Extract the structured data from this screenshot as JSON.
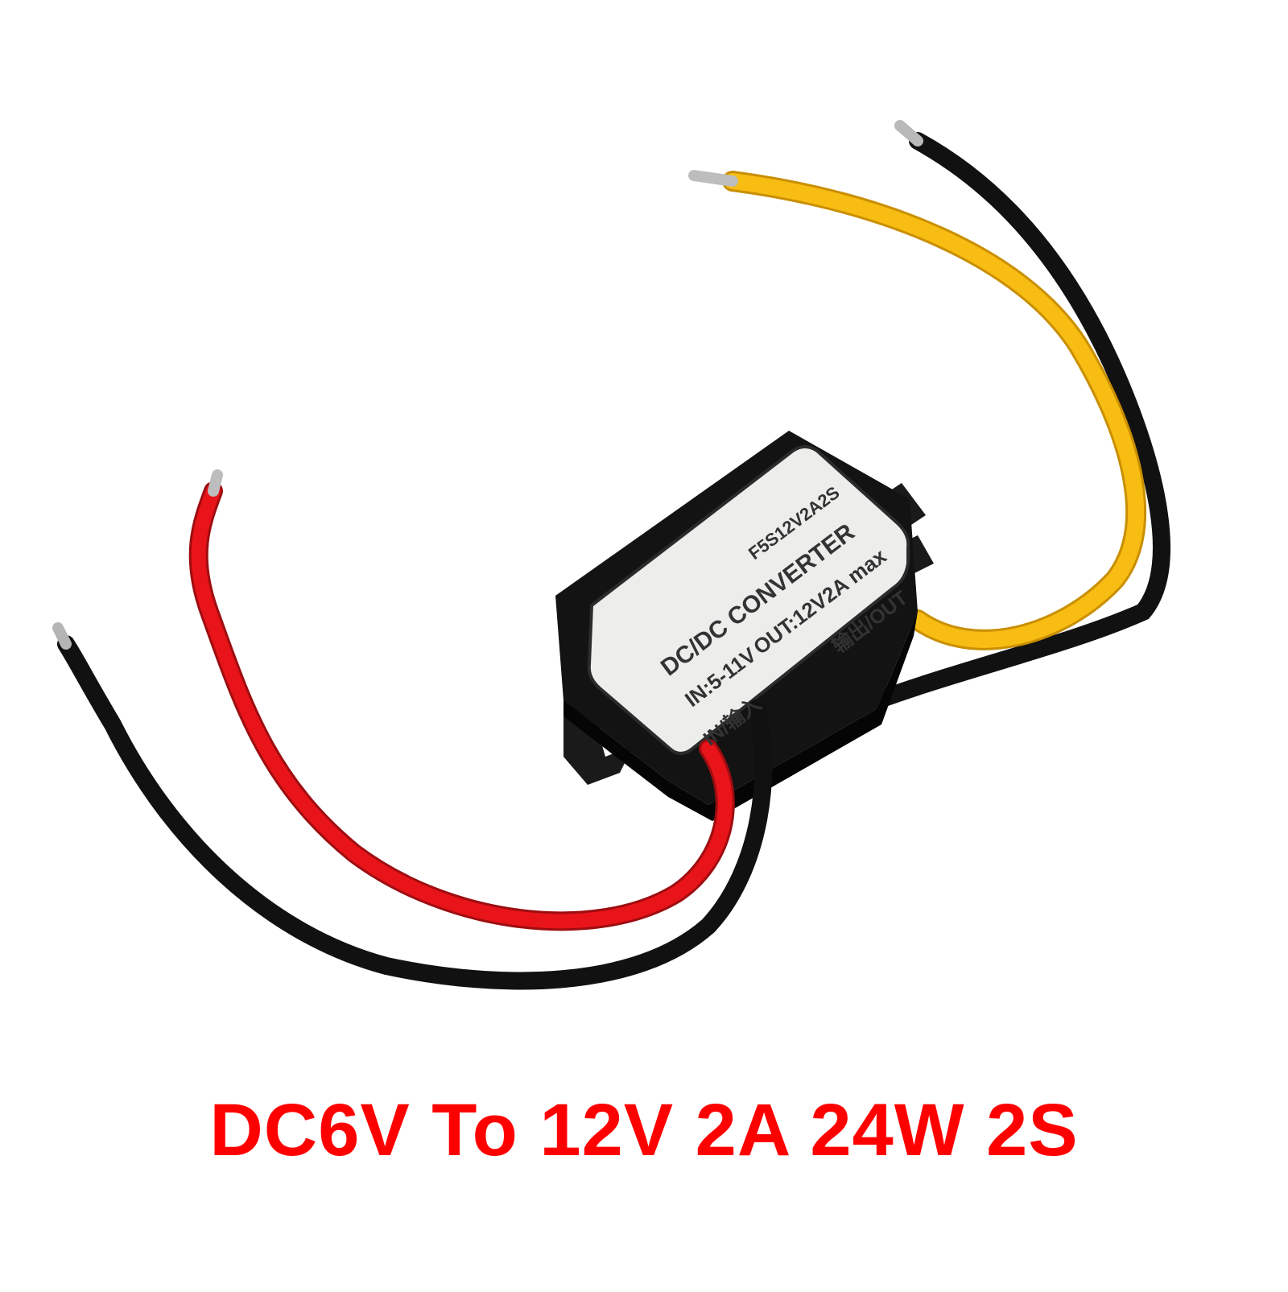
{
  "product": {
    "name": "DC/DC converter module",
    "label": {
      "model": "F5S12V2A2S",
      "title": "DC/DC CONVERTER",
      "input_spec": "IN:5-11V",
      "output_spec": "OUT:12V2A max",
      "input_terminals": "IN/输入",
      "output_terminals": "输出/OUT",
      "polarity_symbols": [
        "+",
        "−",
        "−",
        "+"
      ]
    },
    "wires": [
      {
        "side": "input",
        "color": "#e8141a",
        "name": "input-positive-red"
      },
      {
        "side": "input",
        "color": "#111111",
        "name": "input-negative-black"
      },
      {
        "side": "output",
        "color": "#f5b800",
        "name": "output-positive-yellow"
      },
      {
        "side": "output",
        "color": "#111111",
        "name": "output-negative-black"
      }
    ],
    "colors": {
      "housing": "#141414",
      "label": "#ececea",
      "caption": "#ff0000",
      "background": "#ffffff"
    }
  },
  "caption": "DC6V To 12V 2A 24W 2S"
}
